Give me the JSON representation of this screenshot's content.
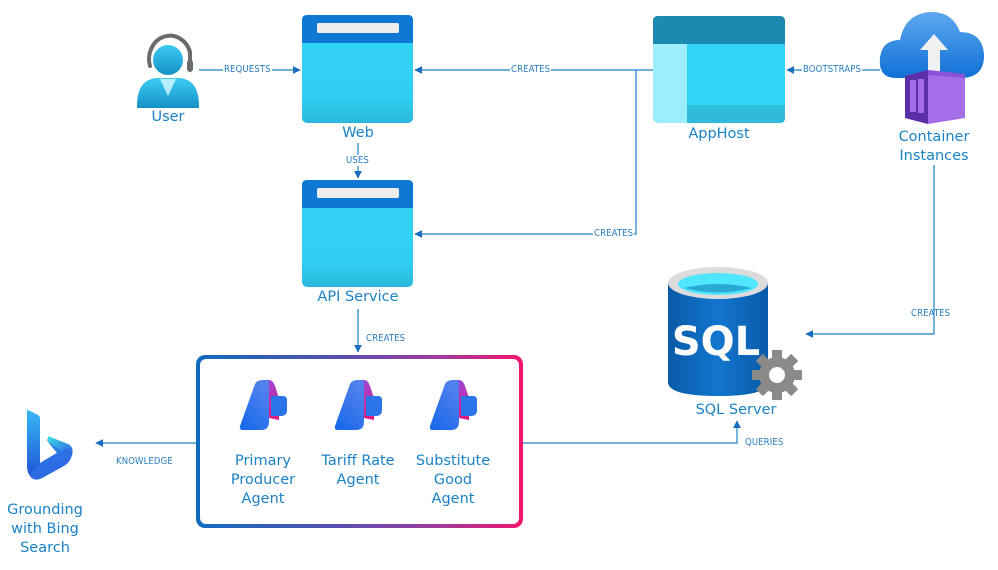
{
  "diagram": {
    "nodes": {
      "user": {
        "label": "User",
        "icon": "user-headset-icon"
      },
      "web": {
        "label": "Web",
        "icon": "web-app-window-icon"
      },
      "api": {
        "label": "API Service",
        "icon": "api-app-window-icon"
      },
      "apphost": {
        "label": "AppHost",
        "icon": "apphost-window-icon"
      },
      "container": {
        "label": "Container\nInstances",
        "icon": "container-instances-icon"
      },
      "sql": {
        "label": "SQL Server",
        "icon": "sql-server-icon",
        "icon_text": "SQL"
      },
      "bing": {
        "label": "Grounding\nwith Bing\nSearch",
        "icon": "bing-icon"
      },
      "agents_group": {
        "agents": [
          {
            "label": "Primary\nProducer\nAgent",
            "icon": "ai-foundry-agent-icon"
          },
          {
            "label": "Tariff Rate\nAgent",
            "icon": "ai-foundry-agent-icon"
          },
          {
            "label": "Substitute\nGood\nAgent",
            "icon": "ai-foundry-agent-icon"
          }
        ]
      }
    },
    "edges": [
      {
        "from": "user",
        "to": "web",
        "label": "REQUESTS"
      },
      {
        "from": "apphost",
        "to": "web",
        "label": "CREATES"
      },
      {
        "from": "container",
        "to": "apphost",
        "label": "BOOTSTRAPS"
      },
      {
        "from": "web",
        "to": "api",
        "label": "USES"
      },
      {
        "from": "apphost",
        "to": "api",
        "label": "CREATES"
      },
      {
        "from": "api",
        "to": "agents_group",
        "label": "CREATES"
      },
      {
        "from": "container",
        "to": "sql",
        "label": "CREATES"
      },
      {
        "from": "agents_group",
        "to": "sql",
        "label": "QUERIES"
      },
      {
        "from": "agents_group",
        "to": "bing",
        "label": "KNOWLEDGE"
      }
    ],
    "colors": {
      "edge": "#1a82c8",
      "label": "#1a82c8",
      "window_header": "#0f78d4",
      "window_body": "#32d4f5",
      "apphost_header": "#1b89b0",
      "apphost_side": "#9ceefd",
      "sql_blue": "#0f6cbd",
      "gear": "#8a8a8a",
      "group_gradient_start": "#0f6cbd",
      "group_gradient_end": "#f2166f"
    }
  }
}
